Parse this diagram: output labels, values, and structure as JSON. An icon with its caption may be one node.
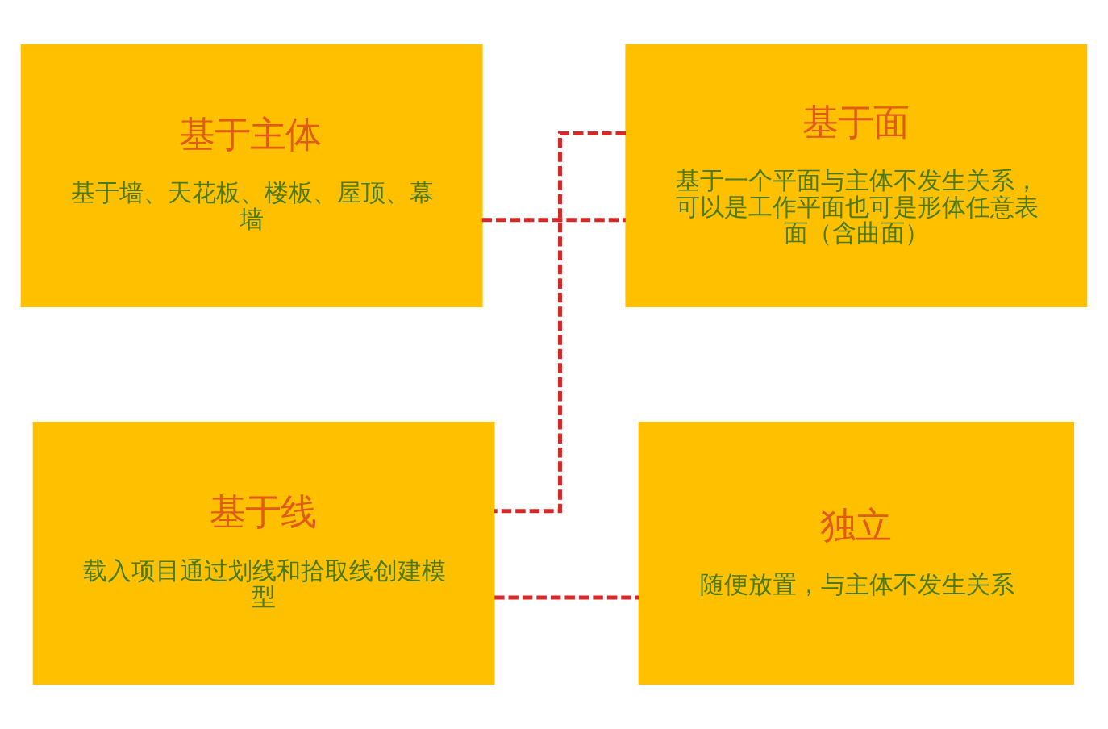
{
  "diagram": {
    "nodes": [
      {
        "text": [
          "基于主体",
          "基于墙、天花板、楼板、屋顶、幕墙"
        ]
      },
      {
        "text": [
          "基于面",
          "基于一个平面与主体不发生关系，可以是工作平面也可是形体任意表面（含曲面）"
        ]
      },
      {
        "text": [
          "基于线",
          "载入项目通过划线和拾取线创建模型"
        ]
      },
      {
        "text": [
          "独立",
          "随便放置，与主体不发生关系"
        ]
      }
    ],
    "edges": [
      {
        "from": 0,
        "to": 1,
        "arrow": "none",
        "style": "dashed",
        "color": "#d62828"
      },
      {
        "from": 1,
        "to": 2,
        "arrow": "none",
        "style": "dashed",
        "color": "#d62828"
      },
      {
        "from": 2,
        "to": 3,
        "arrow": "none",
        "style": "dashed",
        "color": "#d62828"
      }
    ]
  }
}
